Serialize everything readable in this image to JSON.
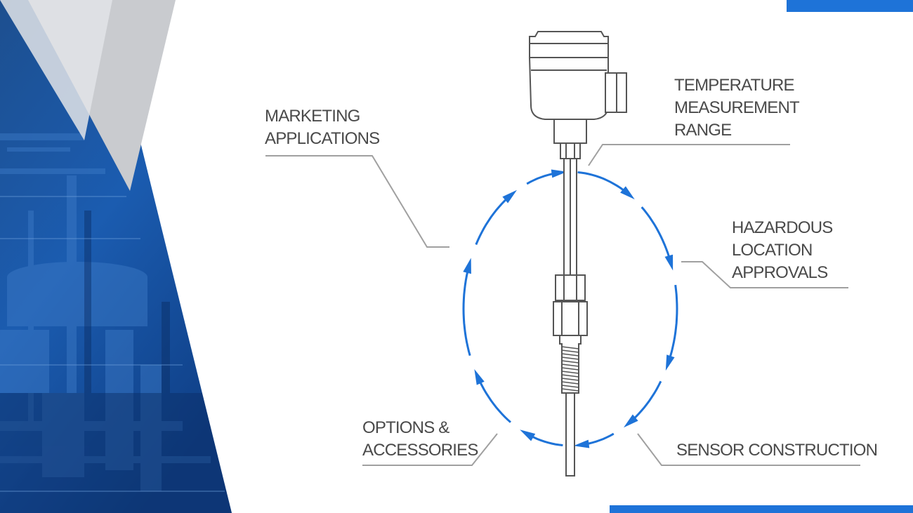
{
  "colors": {
    "accent": "#1e73d8",
    "panel_dark": "#12386e",
    "panel_mid": "#2a6fc4",
    "triangle_grey": "#c9cbcf",
    "triangle_light": "#e2e4e7",
    "leader_line": "#a0a0a0",
    "drawing_stroke": "#555555",
    "text": "#4a4a4a"
  },
  "labels": {
    "marketing": [
      "MARKETING",
      "APPLICATIONS"
    ],
    "temperature": [
      "TEMPERATURE",
      "MEASUREMENT",
      "RANGE"
    ],
    "hazardous": [
      "HAZARDOUS",
      "LOCATION",
      "APPROVALS"
    ],
    "options": [
      "OPTIONS &",
      "ACCESSORIES"
    ],
    "sensor": [
      "SENSOR CONSTRUCTION"
    ]
  },
  "icons": {
    "background_photo": "industrial-plant-photo",
    "drawing": "temperature-sensor-drawing",
    "cycle": "circular-arrows-cycle"
  }
}
